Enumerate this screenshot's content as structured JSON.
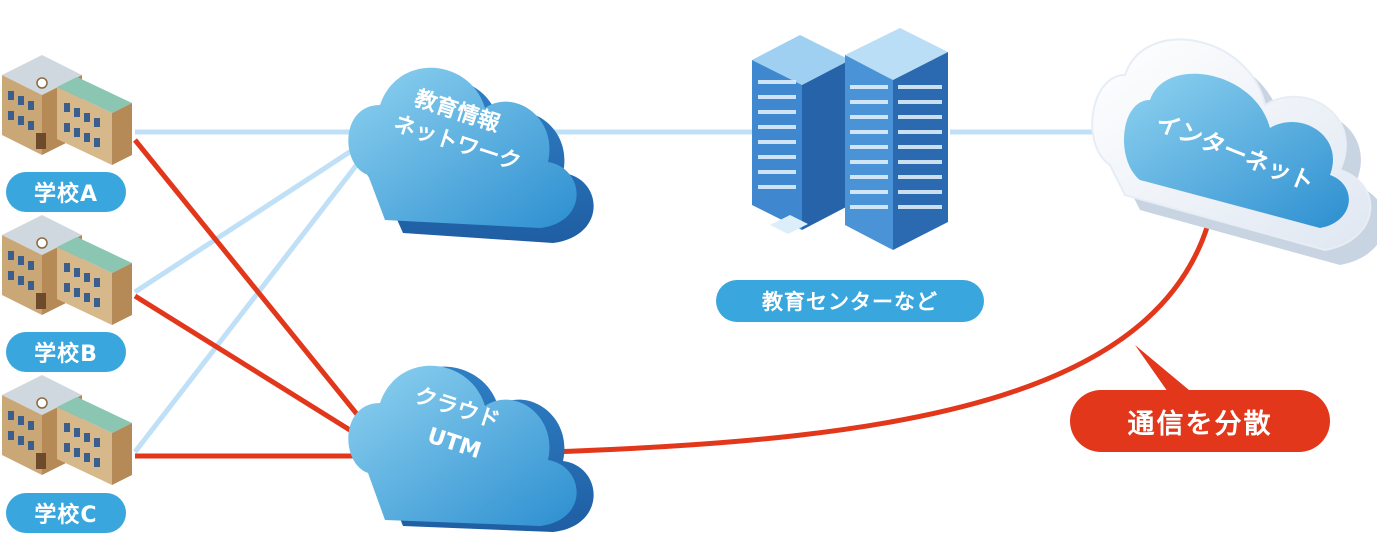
{
  "schools": [
    {
      "label": "学校A"
    },
    {
      "label": "学校B"
    },
    {
      "label": "学校C"
    }
  ],
  "clouds": {
    "edu_network": {
      "line1": "教育情報",
      "line2": "ネットワーク"
    },
    "cloud_utm": {
      "line1": "クラウド",
      "line2": "UTM"
    },
    "internet": {
      "label": "インターネット"
    }
  },
  "center_label": "教育センターなど",
  "distribute_label": "通信を分散",
  "colors": {
    "light_link": "#bfe0f6",
    "red_link": "#e2371a",
    "accent_blue": "#3aa6de",
    "cloud_blue": "#4aa9dc",
    "building_blue": "#3f87cf"
  },
  "icons": [
    "school-building-icon",
    "cloud-icon",
    "office-building-icon"
  ]
}
